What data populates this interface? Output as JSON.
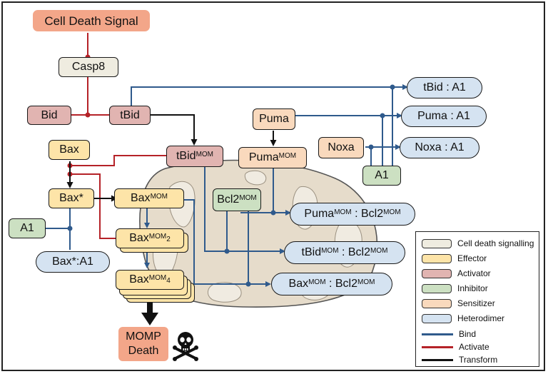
{
  "nodes": {
    "cell_death_signal": "Cell Death Signal",
    "casp8": "Casp8",
    "bid": "Bid",
    "tbid": "tBid",
    "bax": "Bax",
    "bax_star": "Bax*",
    "a1_left": "A1",
    "bax_star_a1": "Bax*:A1",
    "tbid_mom": {
      "base": "tBid",
      "sup": "MOM"
    },
    "bax_mom": {
      "base": "Bax",
      "sup": "MOM"
    },
    "bax_mom2": {
      "base": "Bax",
      "sup": "MOM",
      "sub": "2"
    },
    "bax_mom4": {
      "base": "Bax",
      "sup": "MOM",
      "sub": "4"
    },
    "bcl2_mom": {
      "base": "Bcl2",
      "sup": "MOM"
    },
    "puma": "Puma",
    "puma_mom": {
      "base": "Puma",
      "sup": "MOM"
    },
    "noxa": "Noxa",
    "a1_right": "A1",
    "tbid_a1": "tBid : A1",
    "puma_a1": "Puma : A1",
    "noxa_a1": "Noxa : A1",
    "puma_bcl2": {
      "a": "Puma",
      "a_sup": "MOM",
      "b": " : Bcl2",
      "b_sup": "MOM"
    },
    "tbid_bcl2": {
      "a": "tBid",
      "a_sup": "MOM",
      "b": " : Bcl2",
      "b_sup": "MOM"
    },
    "bax_bcl2": {
      "a": "Bax",
      "a_sup": "MOM",
      "b": " : Bcl2",
      "b_sup": "MOM"
    },
    "momp_line1": "MOMP",
    "momp_line2": "Death"
  },
  "legend": {
    "items": [
      {
        "label": "Cell death signalling",
        "color": "#efece0"
      },
      {
        "label": "Effector",
        "color": "#fde4a8"
      },
      {
        "label": "Activator",
        "color": "#e1b4b1"
      },
      {
        "label": "Inhibitor",
        "color": "#cce0c2"
      },
      {
        "label": "Sensitizer",
        "color": "#f9d9bd"
      },
      {
        "label": "Heterodimer",
        "color": "#d5e3f1"
      }
    ],
    "lines": [
      {
        "label": "Bind",
        "color": "#2f5a8c"
      },
      {
        "label": "Activate",
        "color": "#b52228"
      },
      {
        "label": "Transform",
        "color": "#111111"
      }
    ]
  },
  "colors": {
    "bind": "#2f5a8c",
    "activate": "#b52228",
    "transform": "#111111",
    "mitochondrion_fill": "#e6dccb",
    "mitochondrion_cristae": "#f0ebe1"
  }
}
